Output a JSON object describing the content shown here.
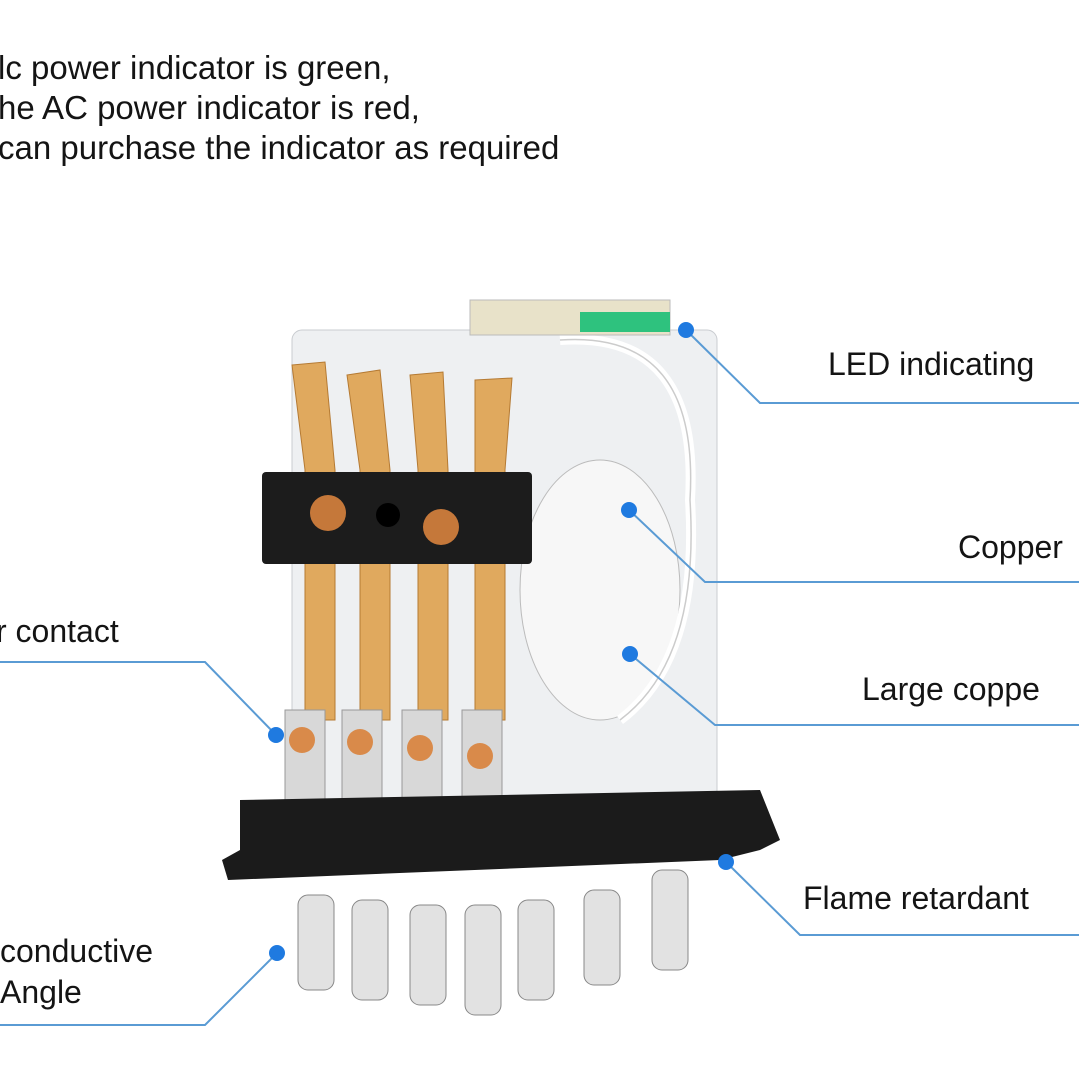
{
  "notes": [
    "lc power indicator is green,",
    "he AC power indicator is red,",
    "can purchase the indicator as required"
  ],
  "callouts": {
    "led": "LED indicating",
    "copper": "Copper",
    "large_copper": "Large coppe",
    "flame": "Flame retardant",
    "contact": "r contact",
    "conductive_1": "conductive",
    "conductive_2": "Angle"
  },
  "colors": {
    "line": "#5a9bd4",
    "dot": "#1f7ae0",
    "copper": "#d9a25a",
    "base": "#1b1b1b"
  }
}
